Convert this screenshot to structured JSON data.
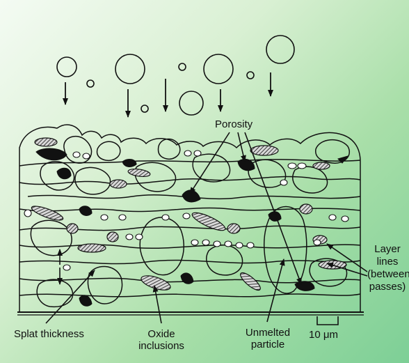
{
  "labels": {
    "porosity": "Porosity",
    "layer_lines": [
      "Layer",
      "lines",
      "(between",
      "passes)"
    ],
    "splat_thickness": "Splat thickness",
    "oxide_inclusions": [
      "Oxide",
      "inclusions"
    ],
    "unmelted_particle": [
      "Unmelted",
      "particle"
    ],
    "scale_bar": "10 μm"
  },
  "colors": {
    "ink": "#111111",
    "background_top": "#f4fbf3",
    "background_bottom": "#7dcf96"
  }
}
